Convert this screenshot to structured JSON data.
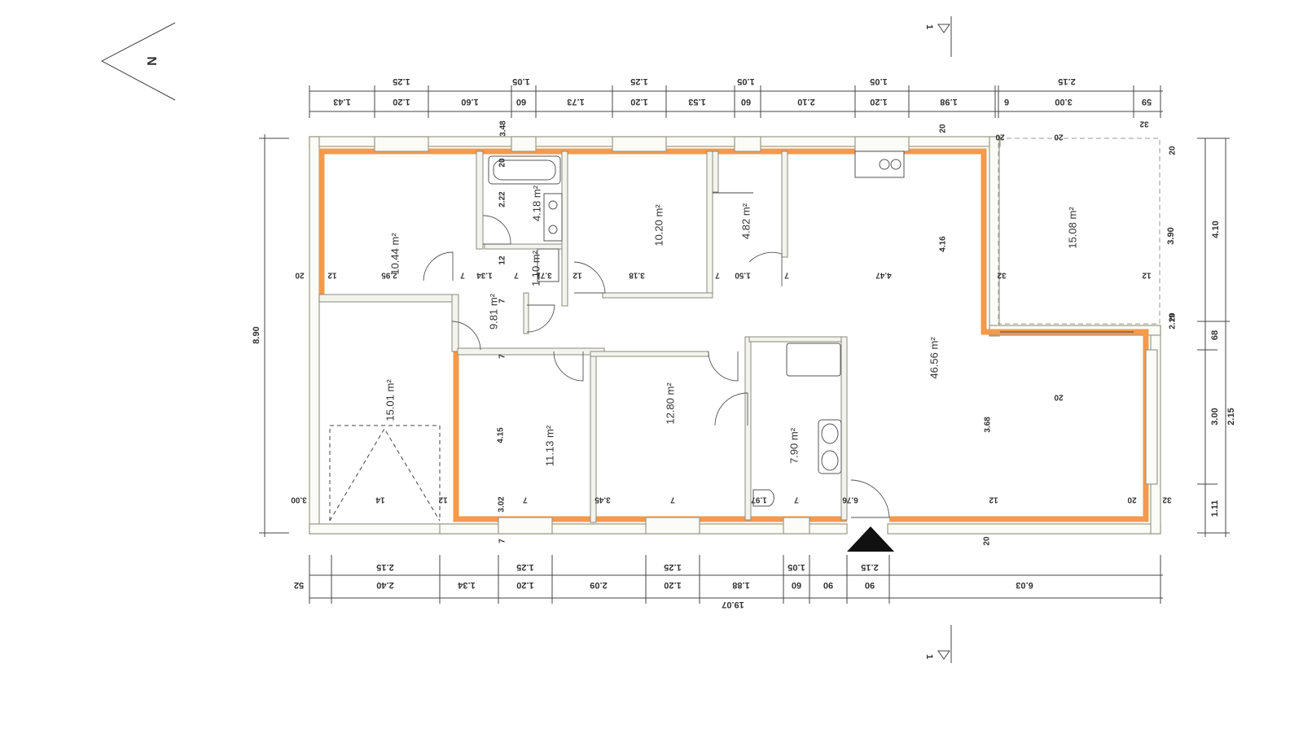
{
  "compass": {
    "label": "N"
  },
  "section_marker": {
    "label": "1"
  },
  "dims_top_outer": [
    "1.25",
    "1.05",
    "1.25",
    "1.05",
    "1.05",
    "2.15"
  ],
  "dims_top_inner": [
    "1.43",
    "1.20",
    "1.60",
    "60",
    "1.73",
    "1.20",
    "1.53",
    "60",
    "2.10",
    "1.20",
    "1.98",
    "6",
    "3.00",
    "59"
  ],
  "dims_bottom_outer": [
    "2.15",
    "1.25",
    "1.25",
    "1.05",
    "2.15"
  ],
  "dims_bottom_inner": [
    "52",
    "2.40",
    "1.34",
    "1.20",
    "2.09",
    "1.20",
    "1.88",
    "60",
    "90",
    "90",
    "6.03"
  ],
  "dim_total_width": "19.07",
  "dim_total_height": "8.90",
  "dims_right_inner": [
    "4.10",
    "68",
    "2.15"
  ],
  "dims_right_outer": [
    "3.90",
    "3.00",
    "1.11"
  ],
  "areas": [
    "10.44 m²",
    "4.18 m²",
    "10.20 m²",
    "4.82 m²",
    "15.08 m²",
    "1.10 m²",
    "9.81 m²",
    "46.56 m²",
    "15.01 m²",
    "11.13 m²",
    "12.80 m²",
    "7.90 m²"
  ],
  "interior_dims": [
    "20",
    "12",
    "2.95",
    "7",
    "1.34",
    "7",
    "12",
    "3.18",
    "7",
    "1.50",
    "7",
    "4.47",
    "32",
    "20",
    "12",
    "3.00",
    "14",
    "12",
    "3.02",
    "7",
    "3.45",
    "7",
    "1.97",
    "7",
    "6.76",
    "12",
    "20",
    "32",
    "20",
    "3.48",
    "20",
    "32",
    "20",
    "20",
    "2.19",
    "2.22",
    "7",
    "12",
    "20",
    "7",
    "7",
    "3.71",
    "4.15",
    "4.16",
    "3.68",
    "20",
    "20"
  ]
}
